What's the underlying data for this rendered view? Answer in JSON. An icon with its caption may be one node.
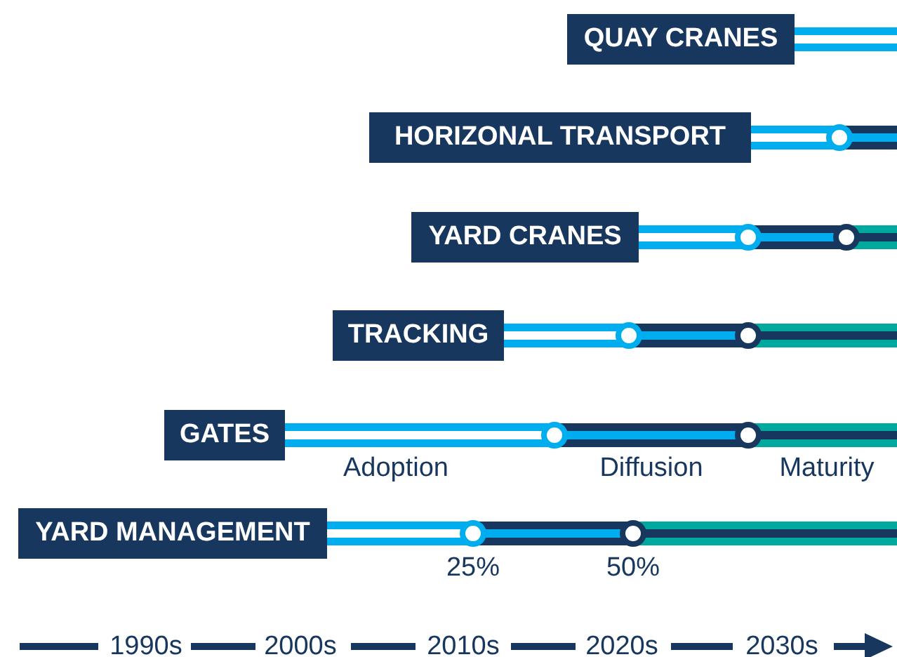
{
  "diagram": {
    "nodes": [
      {
        "text": [
          "QUAY CRANES"
        ]
      },
      {
        "text": [
          "HORIZONAL TRANSPORT"
        ]
      },
      {
        "text": [
          "YARD CRANES"
        ]
      },
      {
        "text": [
          "TRACKING"
        ]
      },
      {
        "text": [
          "GATES"
        ]
      },
      {
        "text": [
          "YARD MANAGEMENT"
        ]
      }
    ],
    "labels": [
      "Adoption",
      "Diffusion",
      "Maturity",
      "25%",
      "50%",
      "1990s",
      "2000s",
      "2010s",
      "2020s",
      "2030s"
    ]
  }
}
